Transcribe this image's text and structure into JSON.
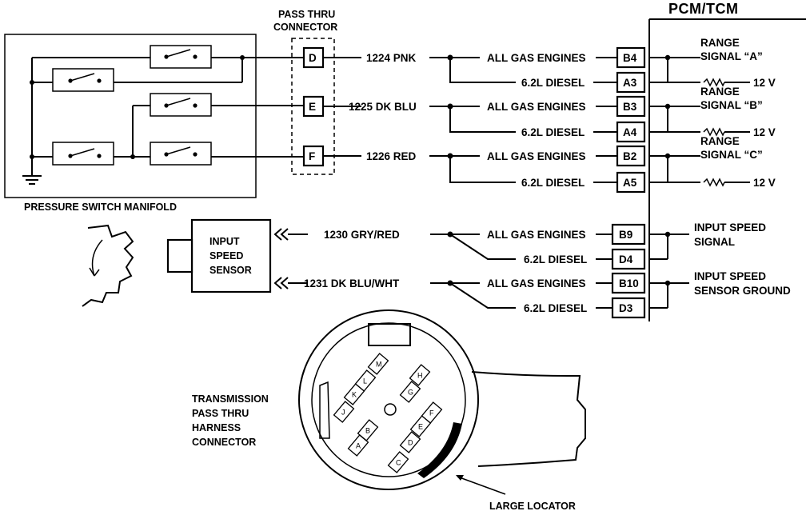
{
  "labels": {
    "pcm_tcm": "PCM/TCM",
    "pass_thru_line1": "PASS THRU",
    "pass_thru_line2": "CONNECTOR",
    "pressure_switch_manifold": "PRESSURE SWITCH MANIFOLD",
    "input_speed_sensor": [
      "INPUT",
      "SPEED",
      "SENSOR"
    ],
    "transmission_connector": [
      "TRANSMISSION",
      "PASS THRU",
      "HARNESS",
      "CONNECTOR"
    ],
    "large_locator": "LARGE LOCATOR"
  },
  "pass_thru_pins": [
    "D",
    "E",
    "F"
  ],
  "circuits": [
    {
      "wire": "1224 PNK",
      "gas_label": "ALL GAS ENGINES",
      "diesel_label": "6.2L DIESEL",
      "gas_pin": "B4",
      "diesel_pin": "A3",
      "signal": [
        "RANGE",
        "SIGNAL “A”"
      ],
      "voltage": "12 V"
    },
    {
      "wire": "1225 DK BLU",
      "gas_label": "ALL GAS ENGINES",
      "diesel_label": "6.2L DIESEL",
      "gas_pin": "B3",
      "diesel_pin": "A4",
      "signal": [
        "RANGE",
        "SIGNAL “B”"
      ],
      "voltage": "12 V"
    },
    {
      "wire": "1226 RED",
      "gas_label": "ALL GAS ENGINES",
      "diesel_label": "6.2L DIESEL",
      "gas_pin": "B2",
      "diesel_pin": "A5",
      "signal": [
        "RANGE",
        "SIGNAL “C”"
      ],
      "voltage": "12 V"
    }
  ],
  "sensor_circuits": [
    {
      "wire": "1230 GRY/RED",
      "gas_label": "ALL GAS ENGINES",
      "diesel_label": "6.2L DIESEL",
      "gas_pin": "B9",
      "diesel_pin": "D4",
      "signal": [
        "INPUT SPEED",
        "SIGNAL"
      ]
    },
    {
      "wire": "1231 DK BLU/WHT",
      "gas_label": "ALL GAS ENGINES",
      "diesel_label": "6.2L DIESEL",
      "gas_pin": "B10",
      "diesel_pin": "D3",
      "signal": [
        "INPUT SPEED",
        "SENSOR GROUND"
      ]
    }
  ],
  "connector_pins": [
    "A",
    "B",
    "C",
    "D",
    "E",
    "F",
    "G",
    "H",
    "J",
    "K",
    "L",
    "M"
  ]
}
